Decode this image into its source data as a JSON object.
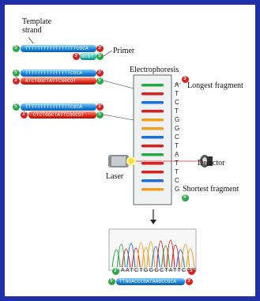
{
  "labels": {
    "template_strand": [
      "Template",
      "strand"
    ],
    "primer": "Primer",
    "electrophoresis": "Electrophoresis",
    "longest_fragment": "Longest fragment",
    "detector": "Detector",
    "laser": "Laser",
    "shortest_fragment": "Shortest fragment"
  },
  "strands": {
    "template_seq": "TTTTTTTTTTTTTTTTTCGCA",
    "primer_seq": "GCGT",
    "product_a_top": "TTTTTTTTTTTTTTTCGCA",
    "product_a_bottom": "ATCTGGCTATTCGGCGT",
    "product_b_top": "TTTTTTTTTTTTTTTCGCA",
    "product_b_bottom": "CTCTGGCTATTCGGCGT",
    "end_labels": {
      "five": "5'",
      "three": "3'"
    }
  },
  "gel_sequence": [
    "A",
    "T",
    "C",
    "T",
    "G",
    "G",
    "C",
    "T",
    "A",
    "T",
    "T",
    "C",
    "G"
  ],
  "readout": {
    "sequence": "AATCTGGGCTATTCGG",
    "complement": "TTAGACCCGATAAGCCGCA"
  },
  "colors": {
    "frame": "#1f2fa8",
    "band_A": "#28a845",
    "band_T": "#d8201f",
    "band_C": "#1a6fd8",
    "band_G": "#f0a020"
  }
}
